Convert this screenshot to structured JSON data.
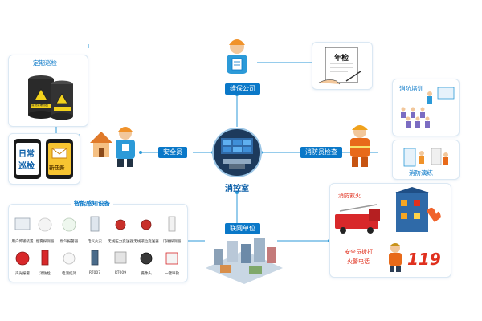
{
  "center": {
    "label": "消控室"
  },
  "badges": {
    "maintenance": "维保公司",
    "safety_officer": "安全员",
    "fire_inspection": "消防员检查",
    "networked_units": "联网单位",
    "smart_devices": "智能感知设备"
  },
  "regular_inspection": {
    "title": "定期巡检",
    "barrel_tag": "易燃易爆物品"
  },
  "annual_check": {
    "doc_title": "年检"
  },
  "phones": {
    "left_text_line1": "日常",
    "left_text_line2": "巡检",
    "right_text": "新任务"
  },
  "training": {
    "training_label": "消防培训",
    "drill_label": "消防演练"
  },
  "rescue": {
    "title": "消防救火",
    "call_text_line1": "安全员拨打",
    "call_text_line2": "火警电话",
    "number": "119"
  },
  "devices": [
    {
      "name": "用户传输装置"
    },
    {
      "name": "烟雾探测器"
    },
    {
      "name": "燃气报警器"
    },
    {
      "name": "电气火灾"
    },
    {
      "name": "无线压力变送器"
    },
    {
      "name": "无线液位变送器"
    },
    {
      "name": "门磁探测器"
    },
    {
      "name": "声光报警"
    },
    {
      "name": "消防栓"
    },
    {
      "name": "电测红外"
    },
    {
      "name": "RT007"
    },
    {
      "name": "RT009"
    },
    {
      "name": "摄像头"
    },
    {
      "name": "一键呼救"
    }
  ],
  "colors": {
    "primary": "#0a78c8",
    "line": "#2c9ad8",
    "accent_orange": "#f0922a",
    "alert_red": "#e0301e"
  }
}
